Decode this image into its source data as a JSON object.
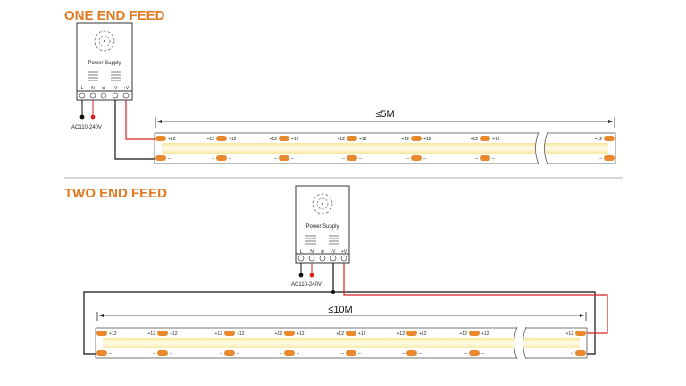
{
  "one_end": {
    "title": "ONE END FEED",
    "psu_label": "Power Supply",
    "terminals": [
      "L",
      "N",
      "⊕",
      "-V",
      "+V"
    ],
    "ac_label": "AC110-240V",
    "length_label": "≤5M",
    "pos_label": "+12",
    "neg_label": "–"
  },
  "two_end": {
    "title": "TWO END FEED",
    "psu_label": "Power Supply",
    "terminals": [
      "L",
      "N",
      "⊕",
      "-V",
      "+V"
    ],
    "ac_label": "AC110-240V",
    "length_label": "≤10M",
    "pos_label": "+12",
    "neg_label": "–"
  },
  "colors": {
    "accent": "#e07a22",
    "strip_glow": "#f8eca4",
    "strip_core": "#fff7d6",
    "pad": "#e8892f",
    "wire_positive": "#d42020",
    "wire_negative": "#111111"
  }
}
